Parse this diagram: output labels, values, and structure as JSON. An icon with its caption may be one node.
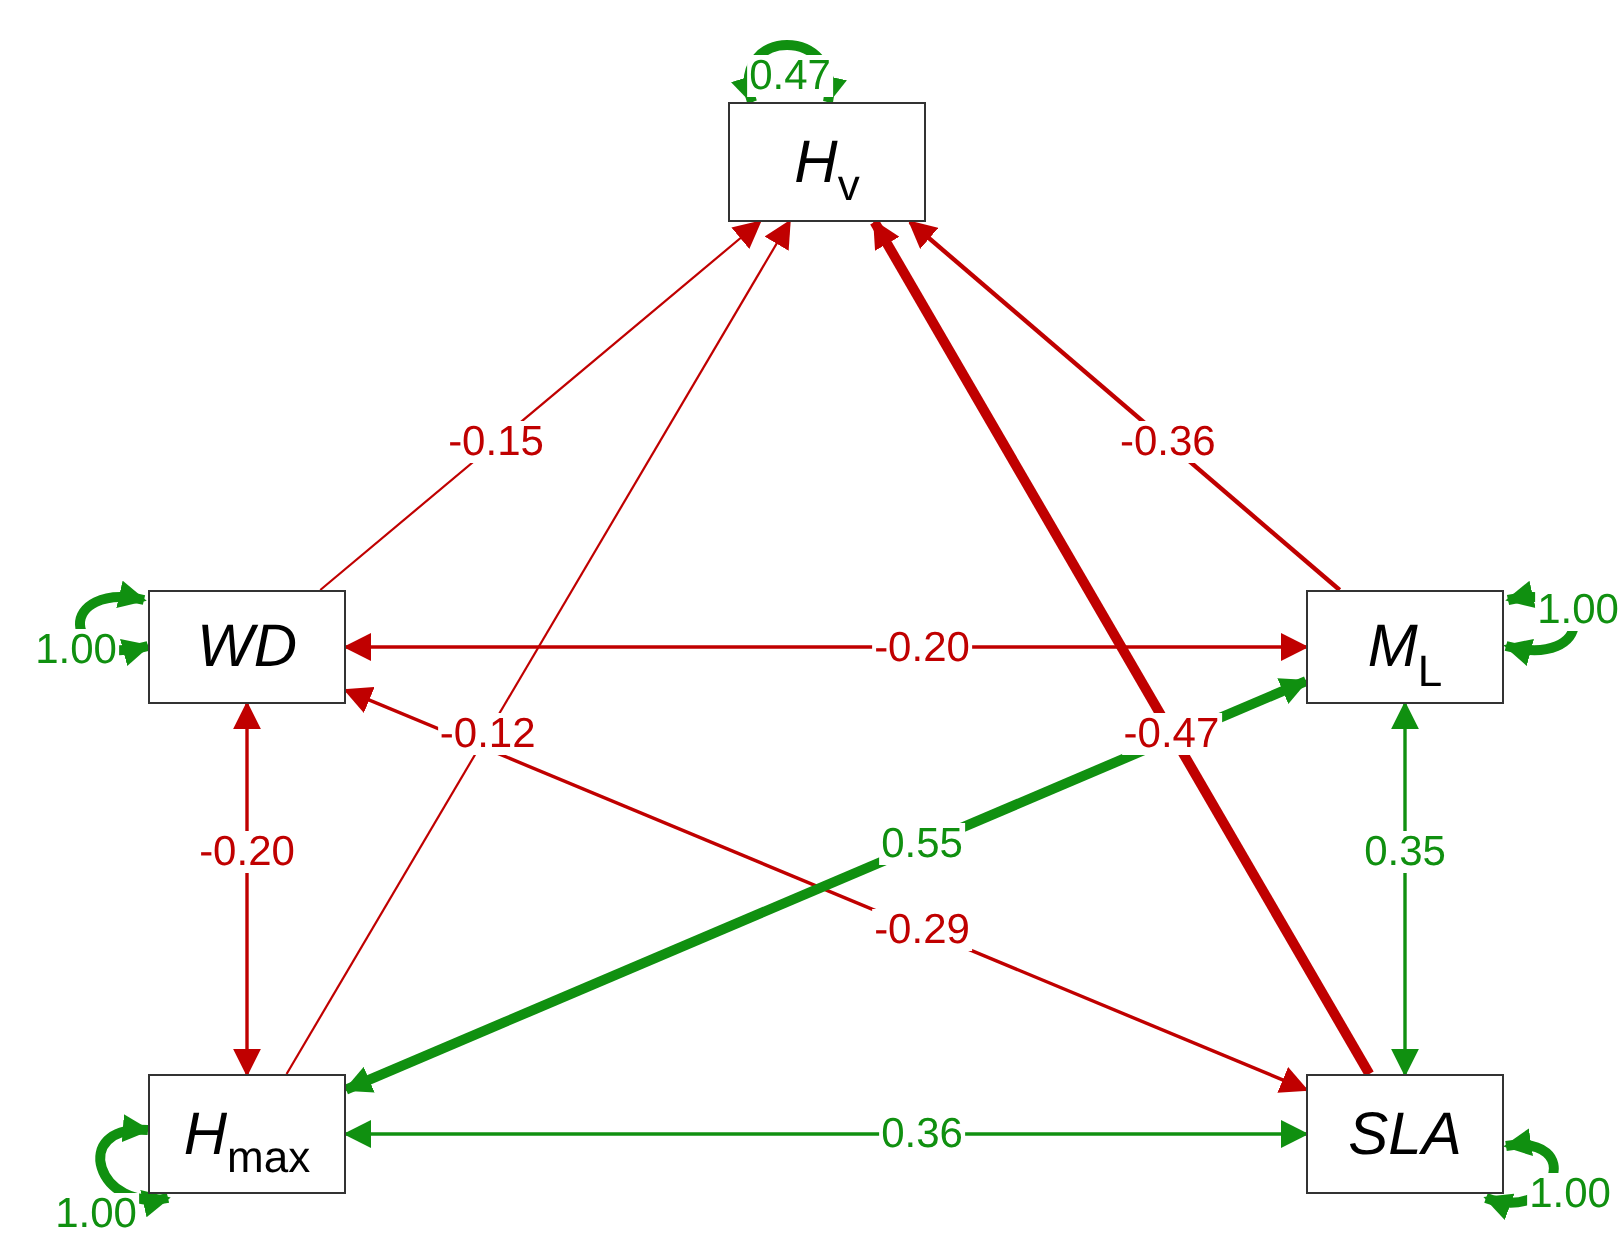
{
  "diagram": {
    "nodes": [
      {
        "text": [
          "H$_{v}$"
        ]
      },
      {
        "text": [
          "WD"
        ]
      },
      {
        "text": [
          "M$_{L}$"
        ]
      },
      {
        "text": [
          "H$_{max}$"
        ]
      },
      {
        "text": [
          "SLA"
        ]
      }
    ],
    "edges": [
      {
        "from": 1,
        "to": 0,
        "arrow": "to",
        "label": "-0.15",
        "color": "#c00000"
      },
      {
        "from": 3,
        "to": 0,
        "arrow": "to",
        "label": "-0.12",
        "color": "#c00000"
      },
      {
        "from": 4,
        "to": 0,
        "arrow": "to",
        "label": "-0.47",
        "color": "#c00000",
        "style": "thick"
      },
      {
        "from": 2,
        "to": 0,
        "arrow": "to",
        "label": "-0.36",
        "color": "#c00000"
      },
      {
        "from": 1,
        "to": 2,
        "arrow": "both",
        "label": "-0.20",
        "color": "#c00000"
      },
      {
        "from": 1,
        "to": 4,
        "arrow": "both",
        "label": "-0.29",
        "color": "#c00000"
      },
      {
        "from": 1,
        "to": 3,
        "arrow": "both",
        "label": "-0.20",
        "color": "#c00000"
      },
      {
        "from": 3,
        "to": 2,
        "arrow": "both",
        "label": "0.55",
        "color": "#109010",
        "style": "thick"
      },
      {
        "from": 2,
        "to": 4,
        "arrow": "both",
        "label": "0.35",
        "color": "#109010"
      },
      {
        "from": 3,
        "to": 4,
        "arrow": "both",
        "label": "0.36",
        "color": "#109010"
      },
      {
        "from": 0,
        "to": 0,
        "arrow": "both",
        "label": "0.47",
        "color": "#109010",
        "style": "thick"
      },
      {
        "from": 1,
        "to": 1,
        "arrow": "both",
        "label": "1.00",
        "color": "#109010",
        "style": "thick"
      },
      {
        "from": 2,
        "to": 2,
        "arrow": "both",
        "label": "1.00",
        "color": "#109010",
        "style": "thick"
      },
      {
        "from": 3,
        "to": 3,
        "arrow": "both",
        "label": "1.00",
        "color": "#109010",
        "style": "thick"
      },
      {
        "from": 4,
        "to": 4,
        "arrow": "both",
        "label": "1.00",
        "color": "#109010",
        "style": "thick"
      }
    ]
  }
}
